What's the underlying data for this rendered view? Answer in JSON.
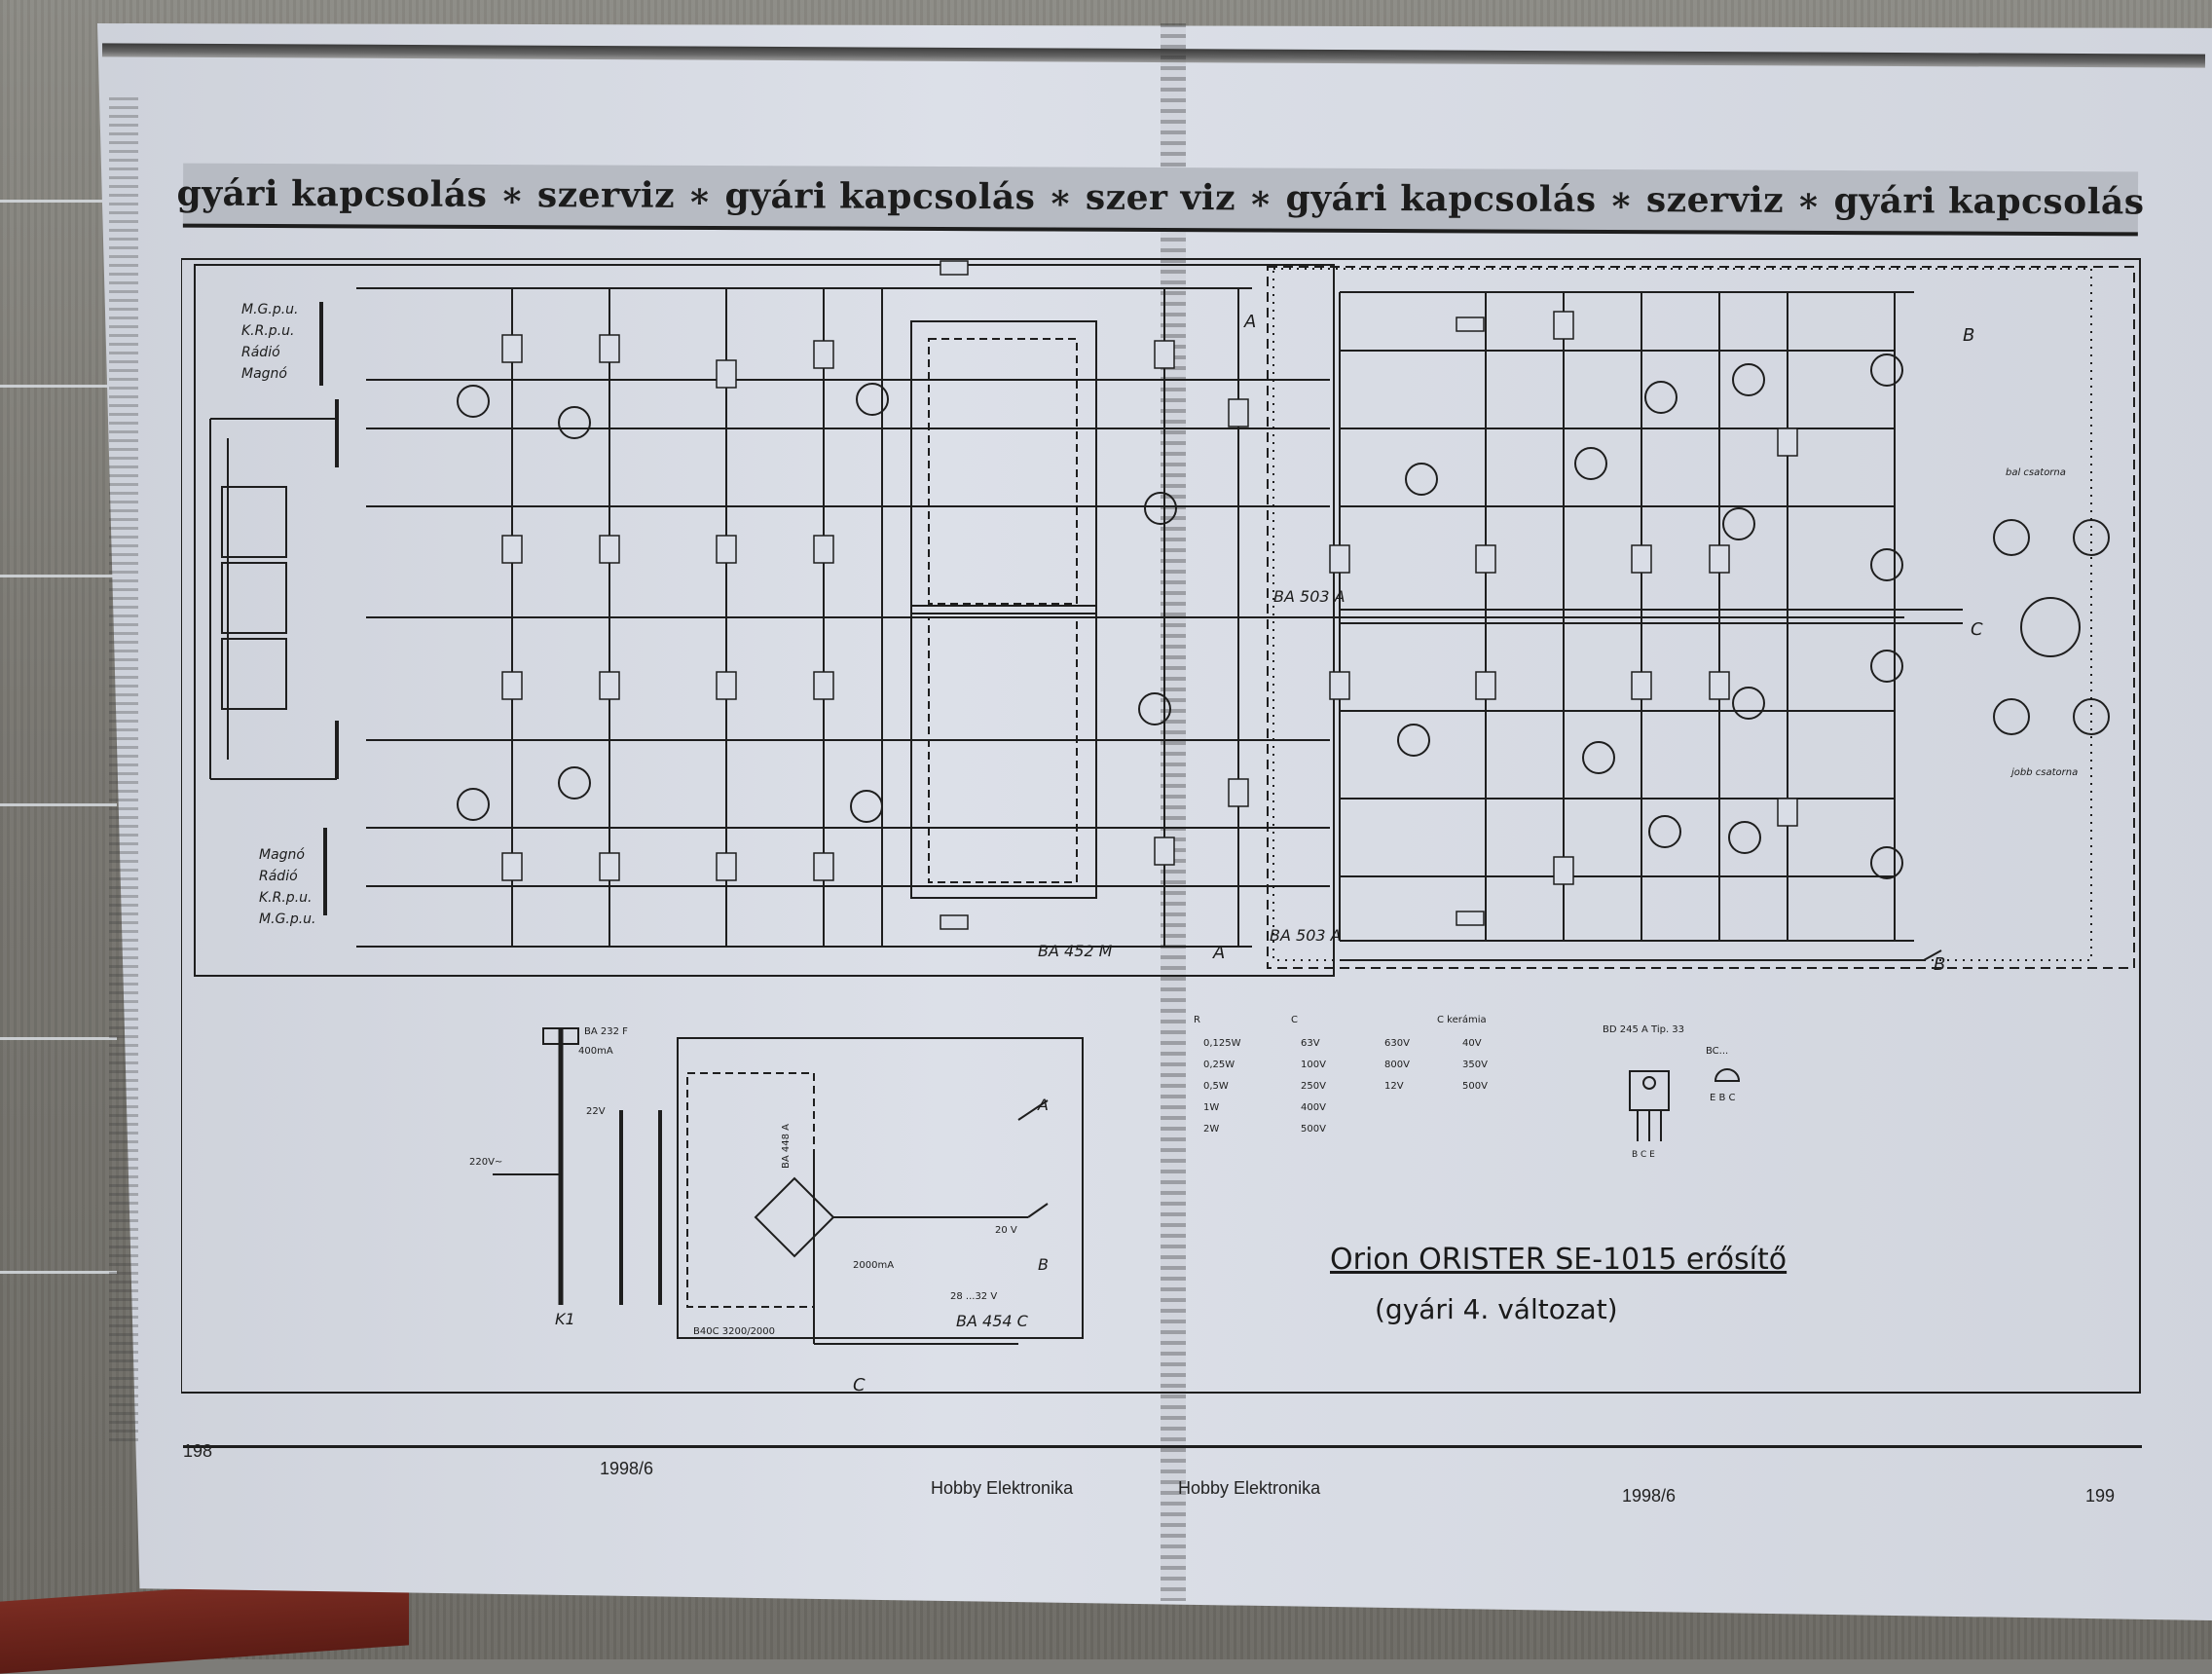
{
  "banner": {
    "text": "gyári kapcsolás ∗ szerviz ∗ gyári kapcsolás ∗ szer viz ∗ gyári kapcsolás ∗ szerviz ∗ gyári kapcsolás"
  },
  "inputs_top": [
    "M.G.p.u.",
    "K.R.p.u.",
    "Rádió",
    "Magnó"
  ],
  "inputs_bottom": [
    "Magnó",
    "Rádió",
    "K.R.p.u.",
    "M.G.p.u."
  ],
  "modules": {
    "preamp": "BA 452 M",
    "driver_top": "BA 503 A",
    "driver_bottom": "BA 503 A",
    "power_supply": "BA 454 C",
    "fuse_board": "BA 232 F"
  },
  "nodes": {
    "a": "A",
    "b": "B",
    "c": "C"
  },
  "outputs": {
    "left": "bal csatorna",
    "right": "jobb csatorna"
  },
  "mains": {
    "voltage": "220V~",
    "switch": "K1",
    "secondary": "22V",
    "fuse": "400mA"
  },
  "psu": {
    "rectifier": "B40C 3200/2000",
    "out_a": "20 V",
    "out_b": "28 ...32 V",
    "fuse": "2000mA",
    "zener": "BA 448 A"
  },
  "legend": {
    "r_title": "R",
    "r_items": [
      "0,125W",
      "0,25W",
      "0,5W",
      "1W",
      "2W"
    ],
    "c_title": "C",
    "c_col1": [
      "63V",
      "100V",
      "250V",
      "400V",
      "500V"
    ],
    "c_col2": [
      "630V",
      "800V",
      "12V"
    ],
    "ck_title": "C kerámia",
    "ck_items": [
      "40V",
      "350V",
      "500V"
    ]
  },
  "pinout": {
    "bd_label": "BD 245 A   Tip. 33",
    "bd_pins": "B C E",
    "bc_label": "BC...",
    "bc_pins": "E B C"
  },
  "schematic_title": "Orion ORISTER SE-1015 erősítő",
  "schematic_subtitle": "(gyári 4. változat)",
  "footer": {
    "page_left": "198",
    "issue_left": "1998/6",
    "mag_left": "Hobby Elektronika",
    "mag_right": "Hobby Elektronika",
    "issue_right": "1998/6",
    "page_right": "199"
  }
}
